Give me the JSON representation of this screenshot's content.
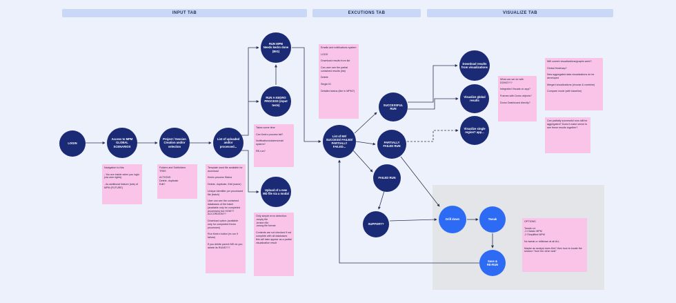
{
  "colors": {
    "background": "#edf1fb",
    "tab_bar": "#c9d8f6",
    "node_navy": "#1b2a74",
    "node_blue": "#2e6bf4",
    "sticky_pink": "#f9c4e8",
    "connector": "#2a3353",
    "gray_panel": "#e3e5e8"
  },
  "tabs": [
    {
      "label": "INPUT TAB"
    },
    {
      "label": "EXCUTIONS TAB"
    },
    {
      "label": "VISUALIZE TAB"
    }
  ],
  "nodes": [
    {
      "label": "LOGIN"
    },
    {
      "label": "Access to MPM GLOBAL SCENARIOS"
    },
    {
      "label": "Project / Session Creation and/or selection"
    },
    {
      "label": "List of uploaded and/or processed..."
    },
    {
      "label": "RUN MPM\nNeeds kedro done (BIG)"
    },
    {
      "label": "RUN A KEDRO PROCESS (input tests)"
    },
    {
      "label": "Upload of a new MD file via a modal"
    },
    {
      "label": "List of M#/ SUCCESS/ FAILED/ PARTIALLY FAILED..."
    },
    {
      "label": "SUCCESSFUL RUN"
    },
    {
      "label": "PARTIALLY FAILED RUN"
    },
    {
      "label": "FAILED RUN"
    },
    {
      "label": "SUPPORT?"
    },
    {
      "label": "Download results from visualizations"
    },
    {
      "label": "Visualize global results"
    },
    {
      "label": "Visualize single region? app..."
    },
    {
      "label": "Drill down"
    },
    {
      "label": "Tweak"
    },
    {
      "label": "Save &\nRE-RUN"
    }
  ],
  "notes": [
    {
      "text": "Navigation to this:\n\n- You are inside when you login (via user rights)\n\n- As additional feature (lots) of MPM (FUTURE)"
    },
    {
      "text": "Folders and Subfolders\nTREE\n\nACTIONS\nDelete, duplicate\nEdit?"
    },
    {
      "text": "Template used file available for download\n\nKedro process Status\n\nDelete, duplicate, Edit (name)\n\nUnique identifier per processed file (batch)\n\nUser can see the contained databases of the batch (available only for completed processes) but HOW?? ACCORDION??\n\nDownload option (available only for completed Kedro processes)\n\nRun Kedro button (re-run if failure)\n\nIf you delete parent MD do you delete its RUNS???"
    },
    {
      "text": "Takes some time\n\nCan Kedro process fail?\n\nNotifications/alarms/mail system?\n\nRE-run?"
    },
    {
      "text": "Only simple error detection:\n-empty file\n-broken file\n-wrong file format\n\nContents are not checked if not complete with all databases this will later appear as a partial visualization result"
    },
    {
      "text": "Emails and notifications system\n\nLOGS\n\nDownload results from list\n\nCan user see the partial contained results (list)\n\nDelete\n\nSingle ID\n\nDetailed status (like in MPM?)"
    },
    {
      "text": "What can we do with DOMO???\n\nIntegrated Visuals on app?\n\nFrames with Domo objects?\n\nDomo Dashboard directly?"
    },
    {
      "text": "Will current visualizations/graphs work?\n\nGlobal Heatmap?\n\nNew aggregated data visualizations do be developed\n\nMerged visualizations (choose & combine)\n\nCompare mode (with baseline)"
    },
    {
      "text": "Can partially successful runs still be aggregated? Does it make sense to see these results together?"
    },
    {
      "text": "OPTIONS\n\nTweak on:\n-1 Classic MPM\n-2 Simplified MPM\n\nNo tweak or drilldown at all ALL\n\nMaybe an analyst does this? then how to locate the session \"from the other side\""
    }
  ]
}
